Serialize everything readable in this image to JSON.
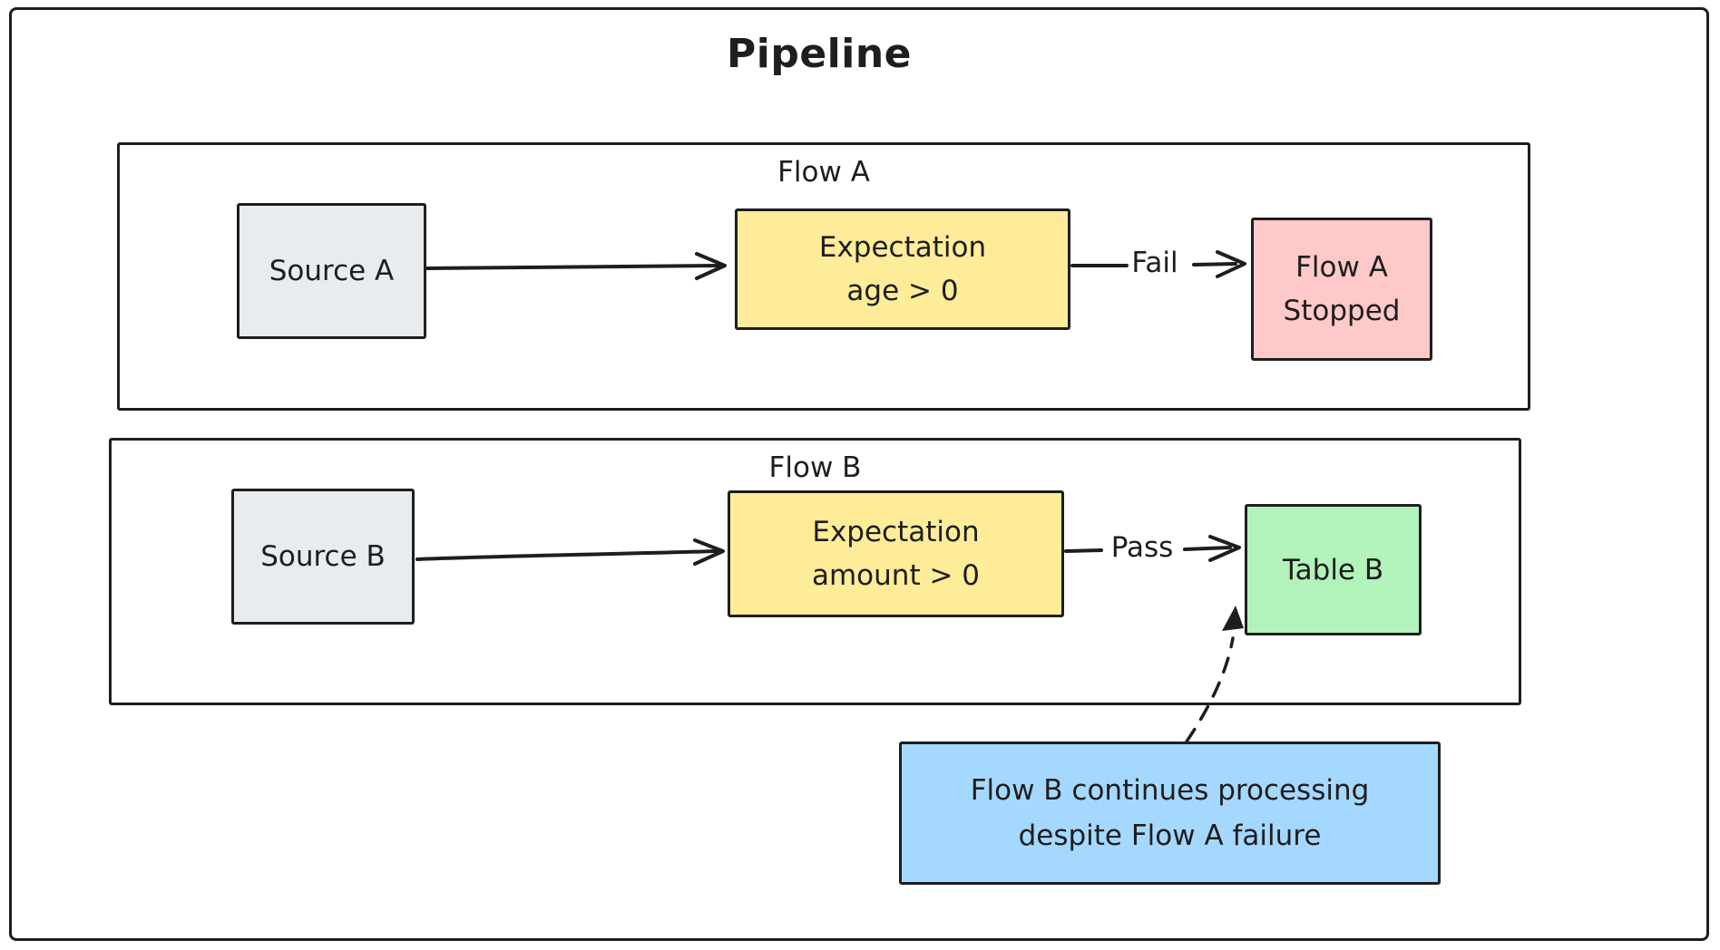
{
  "title": "Pipeline",
  "flow_a": {
    "label": "Flow A",
    "source": "Source A",
    "expectation_line1": "Expectation",
    "expectation_line2": "age > 0",
    "edge_label": "Fail",
    "result_line1": "Flow A",
    "result_line2": "Stopped"
  },
  "flow_b": {
    "label": "Flow B",
    "source": "Source B",
    "expectation_line1": "Expectation",
    "expectation_line2": "amount > 0",
    "edge_label": "Pass",
    "result": "Table B"
  },
  "note": {
    "line1": "Flow B continues processing",
    "line2": "despite Flow A failure"
  },
  "colors": {
    "stroke": "#1e1e1e",
    "source_fill": "#e9ecef",
    "expectation_fill": "#ffec99",
    "stopped_fill": "#ffc9c9",
    "table_fill": "#b2f2bb",
    "note_fill": "#a5d8ff"
  }
}
